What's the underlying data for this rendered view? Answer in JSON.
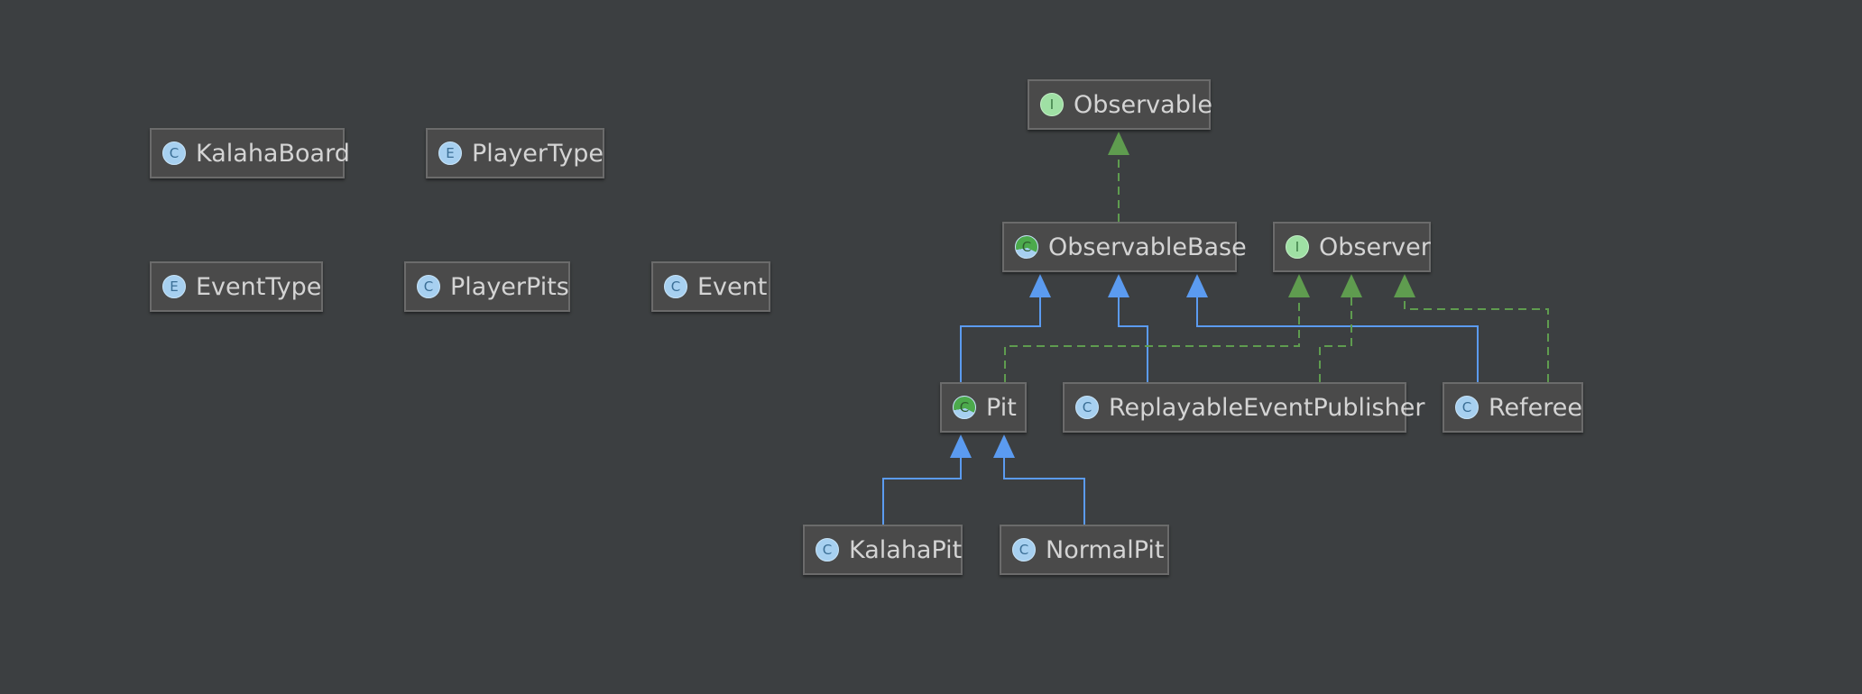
{
  "diagram": {
    "nodes": [
      {
        "id": "KalahaBoard",
        "label": "KalahaBoard",
        "kind": "class",
        "badge": "C"
      },
      {
        "id": "PlayerType",
        "label": "PlayerType",
        "kind": "enum",
        "badge": "E"
      },
      {
        "id": "EventType",
        "label": "EventType",
        "kind": "enum",
        "badge": "E"
      },
      {
        "id": "PlayerPits",
        "label": "PlayerPits",
        "kind": "class",
        "badge": "C"
      },
      {
        "id": "Event",
        "label": "Event",
        "kind": "class",
        "badge": "C"
      },
      {
        "id": "Observable",
        "label": "Observable",
        "kind": "interface",
        "badge": "I"
      },
      {
        "id": "ObservableBase",
        "label": "ObservableBase",
        "kind": "abstract",
        "badge": "C"
      },
      {
        "id": "Observer",
        "label": "Observer",
        "kind": "interface",
        "badge": "I"
      },
      {
        "id": "Pit",
        "label": "Pit",
        "kind": "abstract",
        "badge": "C"
      },
      {
        "id": "ReplayableEventPublisher",
        "label": "ReplayableEventPublisher",
        "kind": "class",
        "badge": "C"
      },
      {
        "id": "Referee",
        "label": "Referee",
        "kind": "class",
        "badge": "C"
      },
      {
        "id": "KalahaPit",
        "label": "KalahaPit",
        "kind": "class",
        "badge": "C"
      },
      {
        "id": "NormalPit",
        "label": "NormalPit",
        "kind": "class",
        "badge": "C"
      }
    ],
    "edges": [
      {
        "from": "ObservableBase",
        "to": "Observable",
        "type": "implements"
      },
      {
        "from": "Pit",
        "to": "ObservableBase",
        "type": "extends"
      },
      {
        "from": "ReplayableEventPublisher",
        "to": "ObservableBase",
        "type": "extends"
      },
      {
        "from": "Referee",
        "to": "ObservableBase",
        "type": "extends"
      },
      {
        "from": "Pit",
        "to": "Observer",
        "type": "implements"
      },
      {
        "from": "ReplayableEventPublisher",
        "to": "Observer",
        "type": "implements"
      },
      {
        "from": "Referee",
        "to": "Observer",
        "type": "implements"
      },
      {
        "from": "KalahaPit",
        "to": "Pit",
        "type": "extends"
      },
      {
        "from": "NormalPit",
        "to": "Pit",
        "type": "extends"
      }
    ]
  },
  "colors": {
    "background": "#3c3f41",
    "extends": "#5b9bf0",
    "implements": "#5f9c4f"
  }
}
